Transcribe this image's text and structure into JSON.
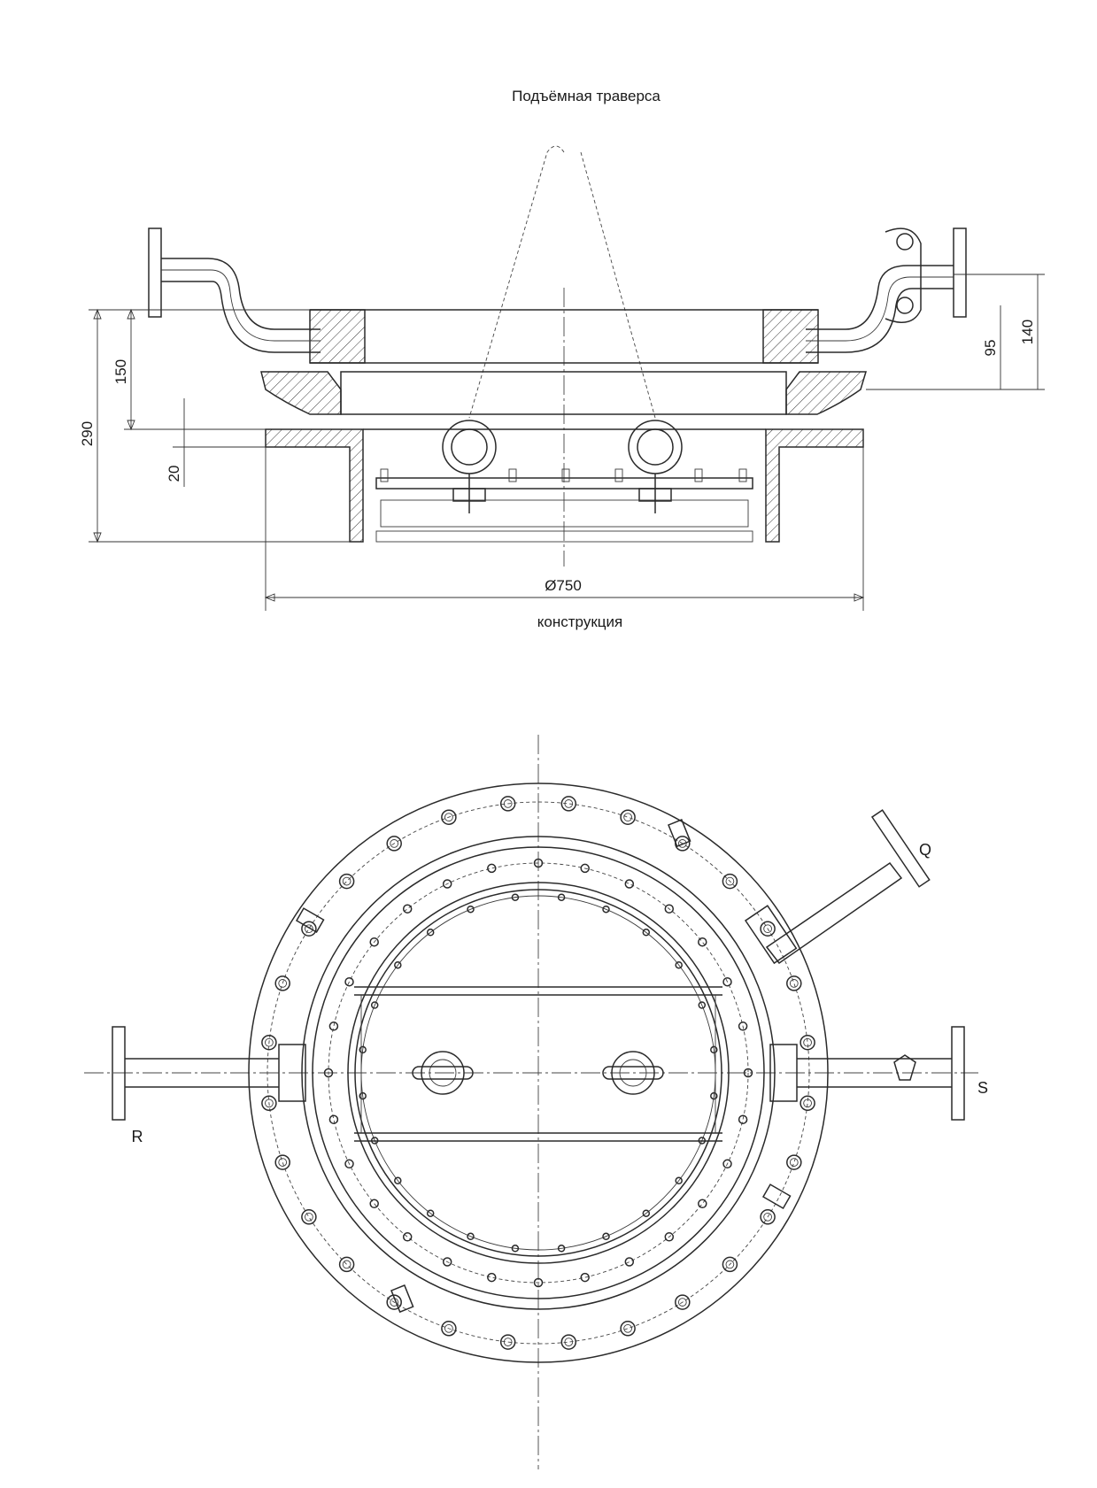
{
  "labels": {
    "traverse": "Подъёмная траверса",
    "construction": "конструкция"
  },
  "dimensions": {
    "overall_height": "290",
    "height_150": "150",
    "height_20": "20",
    "diameter": "Ø750",
    "pipe_95": "95",
    "pipe_140": "140"
  },
  "nozzles": {
    "left": "R",
    "right": "S",
    "upper_right": "Q"
  }
}
